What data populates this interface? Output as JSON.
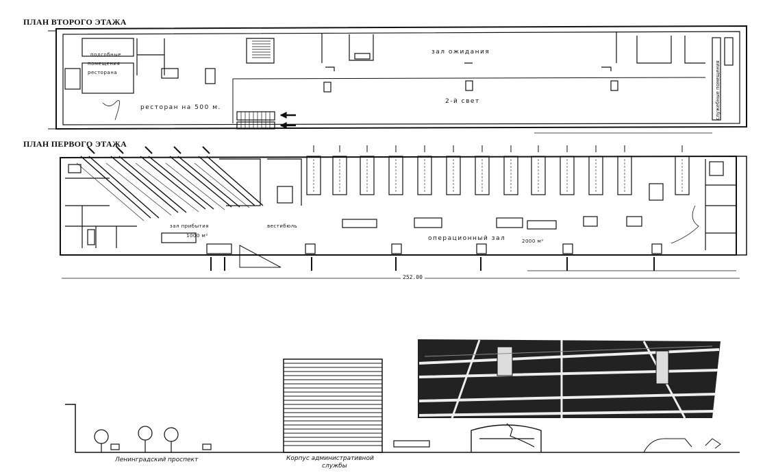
{
  "second_floor": {
    "heading": "ПЛАН ВТОРОГО ЭТАЖА",
    "label_utility": "подсобные",
    "label_rooms": "помещения",
    "label_restaurant": "ресторана",
    "label_restaurant_500": "ресторан на 500 м.",
    "label_waiting_hall": "зал ожидания",
    "label_2nd_light": "2-й свет",
    "label_side_rooms": "служебные помещения"
  },
  "first_floor": {
    "heading": "ПЛАН ПЕРВОГО ЭТАЖА",
    "label_arrivals_hall": "зал прибытия",
    "label_arrivals_area": "1000 м²",
    "label_vestibule": "вестибюль",
    "label_operations_hall": "операционный зал",
    "label_operations_area": "2000 м²",
    "overall_dimension": "252.00"
  },
  "section": {
    "label_prospect": "Ленинградский проспект",
    "label_admin_line1": "Корпус административной",
    "label_admin_line2": "службы"
  },
  "colors": {
    "ink": "#111111",
    "paper": "#ffffff"
  }
}
